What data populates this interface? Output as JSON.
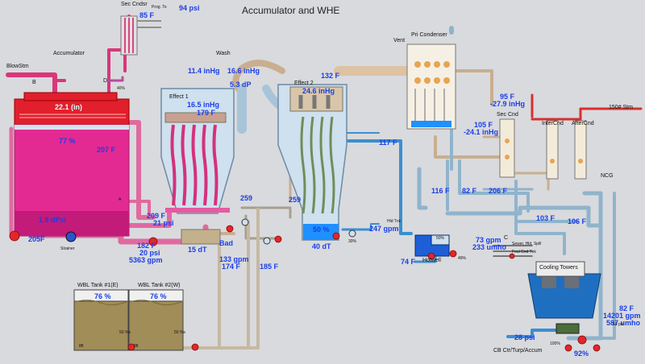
{
  "title": "Accumulator and WHE",
  "labels": {
    "sec_cndsr": "Sec Cndsr",
    "accumulator": "Accumulator",
    "blowstm": "BlowStm",
    "effect1": "Effect 1",
    "effect2": "Effect 2",
    "wash": "Wash",
    "vent": "Vent",
    "pri_condenser": "Pri Condenser",
    "sec_cnd": "Sec Cnd",
    "inter_cnd": "InterCnd",
    "after_cnd": "AfterCnd",
    "ncg": "NCG",
    "stm150": "150# Stm",
    "hotwell": "Hotwell",
    "cooling_towers": "Cooling Towers",
    "wbl_tank1": "WBL Tank #1(E)",
    "wbl_tank2": "WBL Tank #2(W)",
    "strainer": "Strainer",
    "bad": "Bad",
    "cb_line": "CB Ctr/Turp/Accum",
    "prog_to": "Prog. To",
    "sewer_line": "Sewer, Hld, Spill",
    "foul_cnd": "Foul Cnd Tnk",
    "hld_tnk": "Hld Tnk",
    "letter_b": "B",
    "letter_d": "D",
    "letter_c": "C",
    "letter_a": "A"
  },
  "values": {
    "sec_cndsr_temp": "85 F",
    "sec_cndsr_psi": "94 psi",
    "accum_level_in": "22.1 (in)",
    "accum_pct": "77 %",
    "accum_temp": "207 F",
    "accum_dpsi": "1.8 dPsi",
    "accum_bottom_temp": "205F",
    "valve_pct": "40%",
    "eff1_inhg": "16.5 inHg",
    "eff1_temp": "179 F",
    "inhg_a": "11.4 inHg",
    "inhg_b": "16.6 inHg",
    "dp": "5.3 dP",
    "eff2_temp_top": "132 F",
    "eff2_inhg": "24.6 inHg",
    "eff2_temp": "117 F",
    "eff2_pct": "50 %",
    "eff2_dt": "40 dT",
    "eff2_gpm": "247 gpm",
    "eff2_valve": "30%",
    "eff1_dt": "15 dT",
    "f209": "209 F",
    "psi21": "21 psi",
    "f182": "182 F",
    "psi20": "20 psi",
    "gpm5363": "5363 gpm",
    "f259a": "259",
    "f259b": "259",
    "gpm133": "133 gpm",
    "f174": "174 F",
    "f185": "185 F",
    "sec_cnd_f": "95 F",
    "sec_cnd_inhg": "-27.9 inHg",
    "sec_cnd2_f": "105 F",
    "sec_cnd2_inhg": "-24.1 inHg",
    "f116": "116 F",
    "f82a": "82 F",
    "f206": "206 F",
    "f103": "103 F",
    "f106": "106 F",
    "f74": "74 F",
    "hotwell_pct": "50%",
    "gpm73": "73 gpm",
    "umho233": "233 umho",
    "valve49": "49%",
    "ct_f": "82 F",
    "ct_gpm": "14201 gpm",
    "ct_umho": "587 umho",
    "ct_psi_right": "63 psi",
    "psi28": "28 psi",
    "pct100": "100%",
    "pct92": "92%",
    "tank1_pct": "76 %",
    "tank2_pct": "76 %",
    "tank_small1": "8ft",
    "tank_small2": "8ft",
    "tank_small3": "50 %s",
    "tank_small4": "50 %s"
  }
}
